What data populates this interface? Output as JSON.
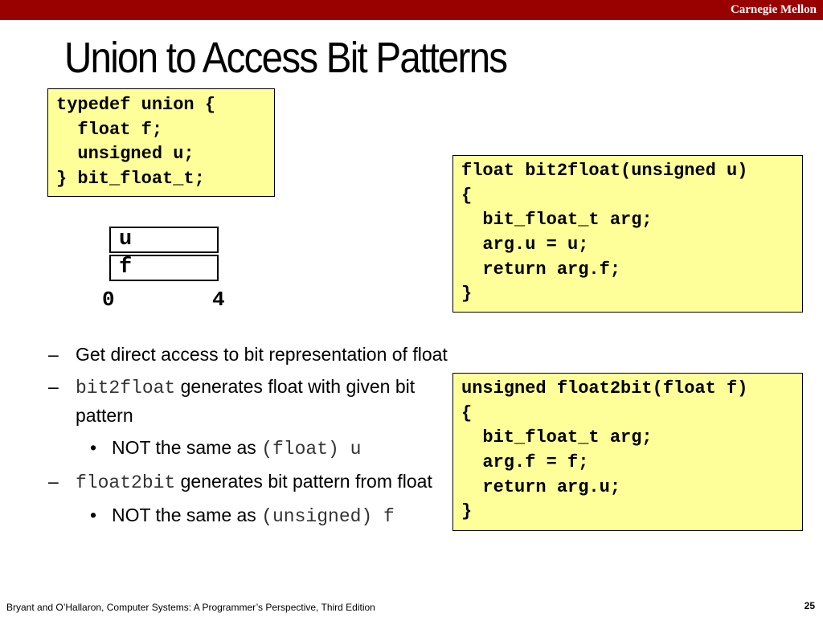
{
  "header": {
    "brand": "Carnegie Mellon"
  },
  "title": "Union to Access Bit Patterns",
  "code_typedef": [
    "typedef union {",
    "  float f;",
    "  unsigned u;",
    "} bit_float_t;"
  ],
  "code_bit2float": [
    "float bit2float(unsigned u)",
    "{",
    "  bit_float_t arg;",
    "  arg.u = u;",
    "  return arg.f;",
    "}"
  ],
  "code_float2bit": [
    "unsigned float2bit(float f)",
    "{",
    "  bit_float_t arg;",
    "  arg.f = f;",
    "  return arg.u;",
    "}"
  ],
  "union_diagram": {
    "field_u": "u",
    "field_f": "f",
    "offset_start": "0",
    "offset_end": "4"
  },
  "bullets": {
    "b1": "Get direct access to bit representation of float",
    "b2_code": "bit2float",
    "b2_text": " generates float with given bit pattern",
    "b2_sub_text": "NOT the same as ",
    "b2_sub_code": "(float) u",
    "b3_code": "float2bit",
    "b3_text": " generates bit pattern from float",
    "b3_sub_text": "NOT the same as ",
    "b3_sub_code": "(unsigned) f",
    "dash": "–",
    "dot": "•"
  },
  "footer": {
    "citation": "Bryant and O’Hallaron, Computer Systems: A Programmer’s Perspective, Third Edition",
    "page": "25"
  },
  "colors": {
    "topbar": "#990000",
    "code_bg": "#ffff99"
  }
}
